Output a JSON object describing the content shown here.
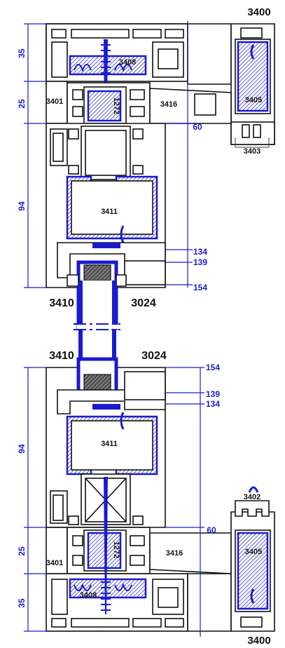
{
  "labels": {
    "frame_top": "3400",
    "frame_bottom": "3400",
    "reinforcement_frame_top": "3408",
    "reinforcement_frame_bottom": "3408",
    "mullion_top": "3401",
    "mullion_bottom": "3401",
    "mullion_reinf_top": "1272",
    "mullion_reinf_bottom": "1272",
    "adapter_top": "3416",
    "adapter_bottom": "3416",
    "coupling_top": "3405",
    "coupling_bottom": "3405",
    "cap_top": "3403",
    "cap_bottom": "3402",
    "sash_reinf_top": "3411",
    "sash_reinf_bottom": "3411",
    "sash_top": "3410",
    "sash_bottom": "3410",
    "bead_top": "3024",
    "bead_bottom": "3024"
  },
  "dimensions": {
    "top_35": "35",
    "top_25": "25",
    "top_94": "94",
    "top_60": "60",
    "top_134": "134",
    "top_139": "139",
    "top_154": "154",
    "bot_154": "154",
    "bot_139": "139",
    "bot_134": "134",
    "bot_94": "94",
    "bot_60": "60",
    "bot_25": "25",
    "bot_35": "35"
  }
}
